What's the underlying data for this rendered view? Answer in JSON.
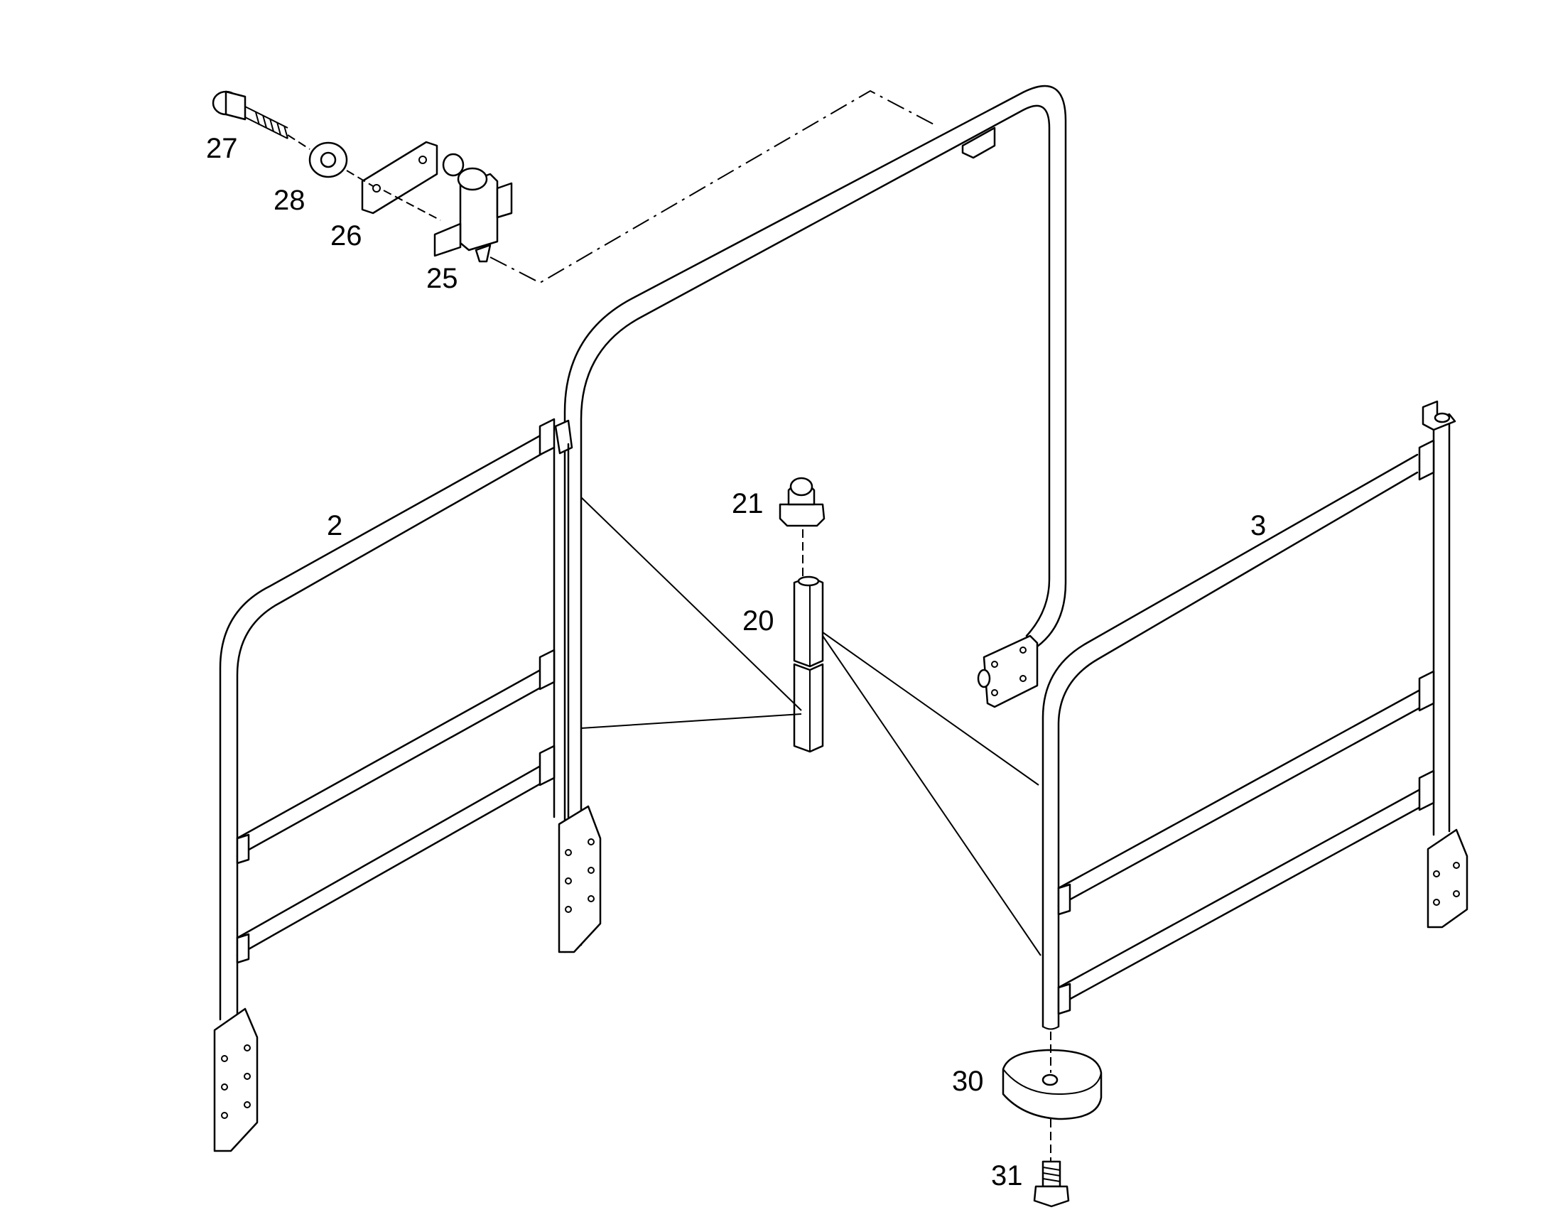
{
  "callouts": {
    "c2": "2",
    "c3": "3",
    "c20": "20",
    "c21": "21",
    "c25": "25",
    "c26": "26",
    "c27": "27",
    "c28": "28",
    "c30": "30",
    "c31": "31"
  },
  "colors": {
    "line": "#000000",
    "background": "#ffffff"
  }
}
